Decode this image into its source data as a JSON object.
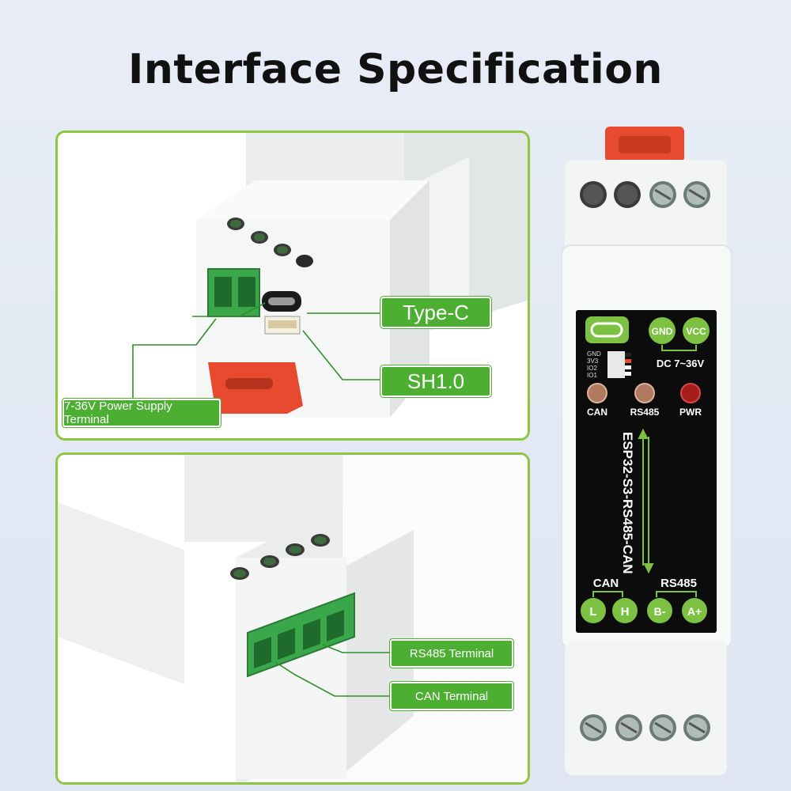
{
  "title": "Interface Specification",
  "callouts": {
    "type_c": "Type-C",
    "sh10": "SH1.0",
    "power": "7-36V Power Supply Terminal",
    "rs485_terminal": "RS485 Terminal",
    "can_terminal": "CAN Terminal"
  },
  "device": {
    "gnd": "GND",
    "vcc": "VCC",
    "dc_range": "DC 7~36V",
    "pin_gnd": "GND",
    "pin_3v3": "3V3",
    "pin_io2": "IO2",
    "pin_io1": "IO1",
    "led_can": "CAN",
    "led_rs485": "RS485",
    "led_pwr": "PWR",
    "model": "ESP32-S3-RS485-CAN",
    "group_can": "CAN",
    "group_rs485": "RS485",
    "pin_l": "L",
    "pin_h": "H",
    "pin_b": "B-",
    "pin_a": "A+"
  },
  "colors": {
    "accent_green": "#4caf32",
    "panel_border": "#8dc63f",
    "clip_red": "#e84a2f"
  }
}
